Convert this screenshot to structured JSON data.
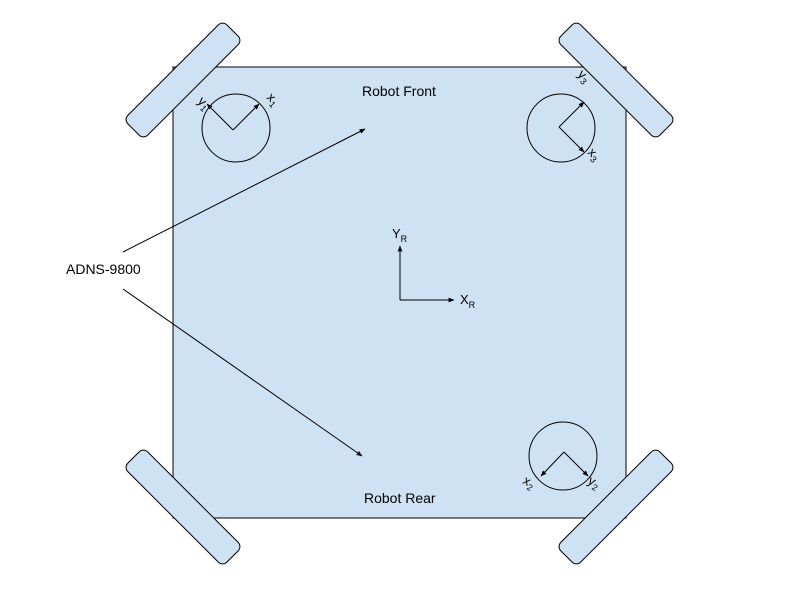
{
  "diagram": {
    "labels": {
      "front": "Robot Front",
      "rear": "Robot Rear",
      "sensor": "ADNS-9800"
    },
    "robot_axes": {
      "y_main": "Y",
      "y_sub": "R",
      "x_main": "X",
      "x_sub": "R"
    },
    "sensors": [
      {
        "id": "1",
        "x_main": "x",
        "x_sub": "1",
        "y_main": "y",
        "y_sub": "1"
      },
      {
        "id": "2",
        "x_main": "x",
        "x_sub": "2",
        "y_main": "y",
        "y_sub": "2"
      },
      {
        "id": "3",
        "x_main": "x",
        "x_sub": "3",
        "y_main": "y",
        "y_sub": "3"
      }
    ],
    "colors": {
      "body_fill": "#cfe2f3",
      "wheel_fill": "#cfe2f3",
      "stroke": "#000000",
      "background": "#ffffff"
    }
  }
}
